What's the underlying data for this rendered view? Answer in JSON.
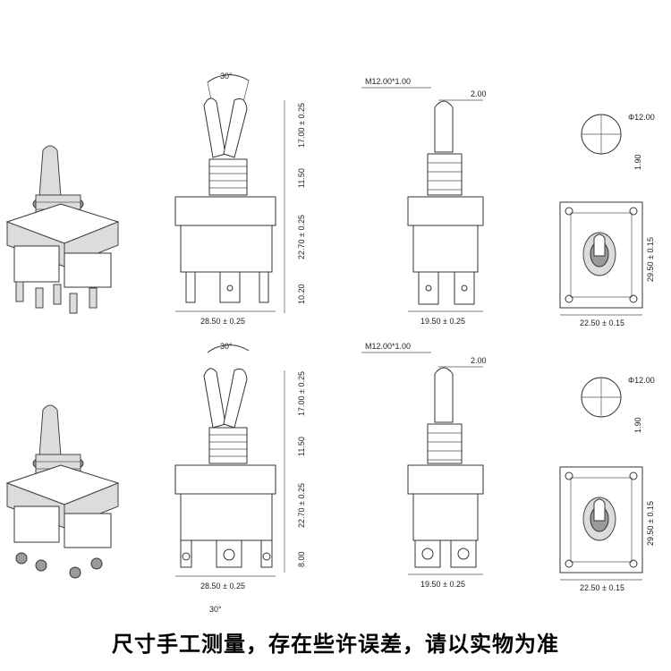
{
  "angle": "30°",
  "dims": {
    "toggle_len": "17.00 ± 0.25",
    "bushing_len": "11.50",
    "body_height": "22.70 ± 0.25",
    "terminal_len_top": "10.20",
    "terminal_len_bottom": "8.00",
    "body_width_front": "28.50 ± 0.25",
    "thread": "M12.00*1.00",
    "lever_dia": "2.00",
    "body_width_side": "19.50 ± 0.25",
    "hole_dia": "Φ12.00",
    "key_width": "1.90",
    "plate_width": "22.50 ± 0.15",
    "plate_height": "29.50 ± 0.15"
  },
  "cut_label": "30°",
  "caption": "尺寸手工测量，存在些许误差，请以实物为准"
}
